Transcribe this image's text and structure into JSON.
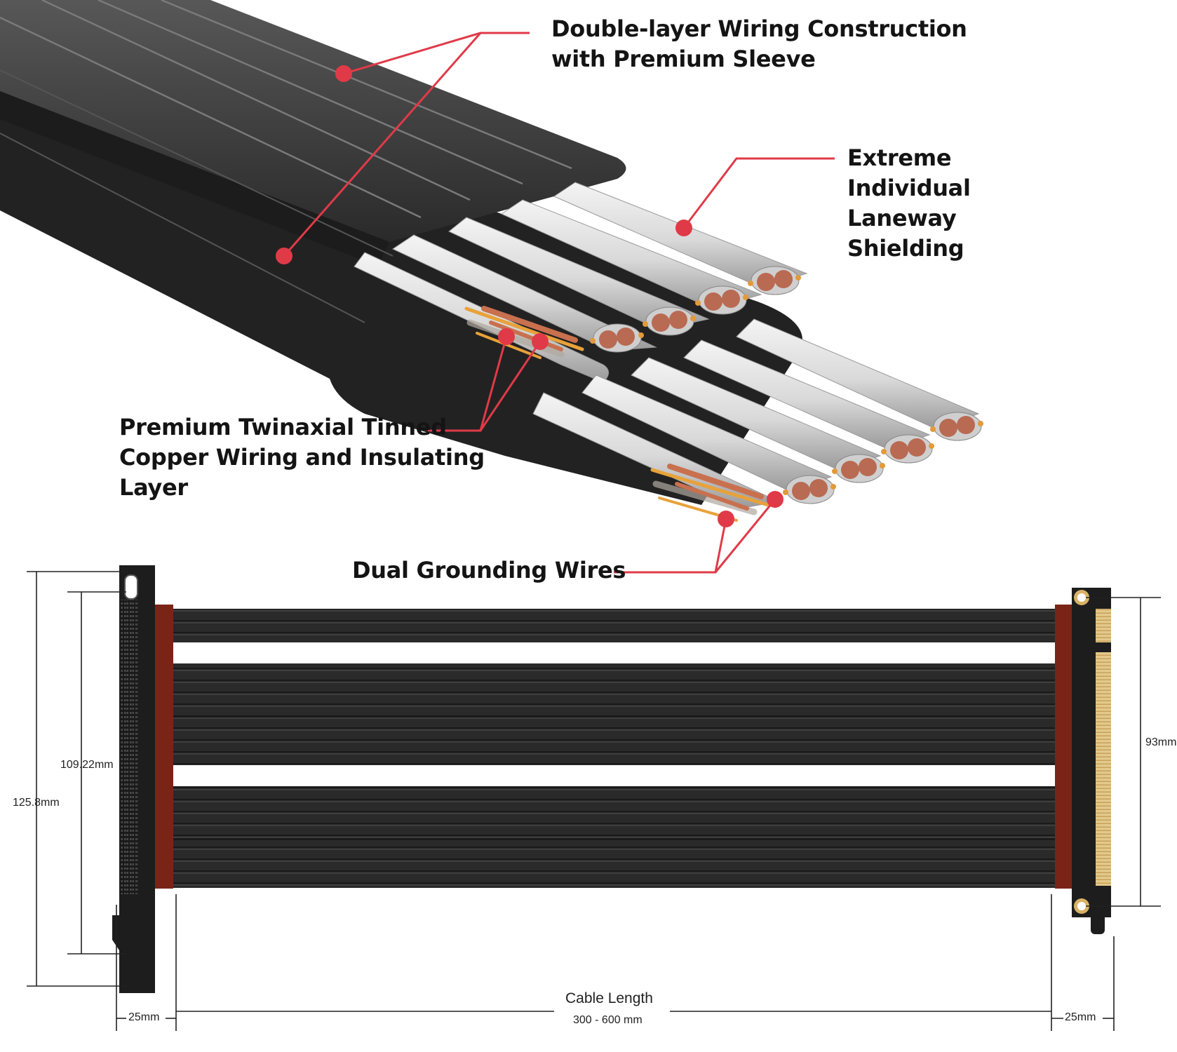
{
  "callouts": {
    "double_layer": [
      "Double-layer Wiring Construction",
      "with Premium Sleeve"
    ],
    "shielding": [
      "Extreme",
      "Individual",
      "Laneway",
      "Shielding"
    ],
    "twinaxial": [
      "Premium Twinaxial Tinned",
      "Copper Wiring and Insulating",
      "Layer"
    ],
    "grounding": [
      "Dual Grounding Wires"
    ]
  },
  "dimensions": {
    "left_outer_height": "125.8mm",
    "left_inner_height": "109.22mm",
    "right_height": "93mm",
    "left_connector_width": "25mm",
    "right_connector_width": "25mm",
    "cable_length_label": "Cable Length",
    "cable_length_value": "300 - 600 mm"
  },
  "colors": {
    "callout_red": "#e03a48",
    "sleeve_black": "#2b2b2b",
    "shield_silver": "#e2e2e2",
    "copper": "#c9704f",
    "connector_red": "#7a2418",
    "gold_finger": "#d8b870"
  }
}
